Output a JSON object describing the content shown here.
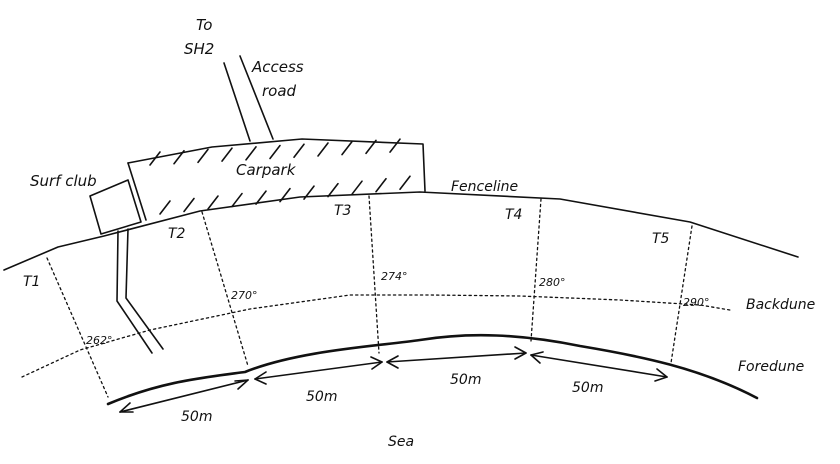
{
  "road": {
    "to_label": "To",
    "dest_label": "SH2",
    "access_label_1": "Access",
    "access_label_2": "road"
  },
  "carpark": {
    "label": "Carpark"
  },
  "surf_club": {
    "label": "Surf club"
  },
  "lines": {
    "fenceline": "Fenceline",
    "backdune": "Backdune",
    "foredune": "Foredune",
    "sea": "Sea"
  },
  "transects": [
    {
      "id": "T1",
      "bearing": "262°"
    },
    {
      "id": "T2",
      "bearing": "270°"
    },
    {
      "id": "T3",
      "bearing": "274°"
    },
    {
      "id": "T4",
      "bearing": "280°"
    },
    {
      "id": "T5",
      "bearing": "290°"
    }
  ],
  "spacing": [
    "50m",
    "50m",
    "50m",
    "50m"
  ]
}
